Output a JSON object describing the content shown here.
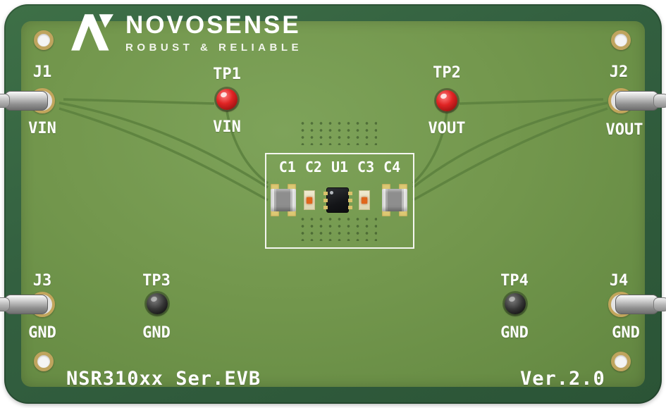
{
  "logo": {
    "brand": "NOVOSENSE",
    "tagline": "ROBUST & RELIABLE"
  },
  "footer": {
    "board_name": "NSR310xx Ser.EVB",
    "version": "Ver.2.0"
  },
  "connectors": [
    {
      "id": "J1",
      "label": "VIN"
    },
    {
      "id": "J2",
      "label": "VOUT"
    },
    {
      "id": "J3",
      "label": "GND"
    },
    {
      "id": "J4",
      "label": "GND"
    }
  ],
  "test_points": [
    {
      "id": "TP1",
      "label": "VIN",
      "cap_color": "red"
    },
    {
      "id": "TP2",
      "label": "VOUT",
      "cap_color": "red"
    },
    {
      "id": "TP3",
      "label": "GND",
      "cap_color": "black"
    },
    {
      "id": "TP4",
      "label": "GND",
      "cap_color": "black"
    }
  ],
  "components": {
    "labels": [
      "C1",
      "C2",
      "U1",
      "C3",
      "C4"
    ]
  },
  "colors": {
    "board_rim": "#2f5c38",
    "board_surface": "#74984e",
    "trace": "#5e8340",
    "silkscreen": "#ffffff",
    "pad_gold": "#dcc873",
    "testpoint_red": "#c41414",
    "testpoint_black": "#1f1f1f"
  }
}
